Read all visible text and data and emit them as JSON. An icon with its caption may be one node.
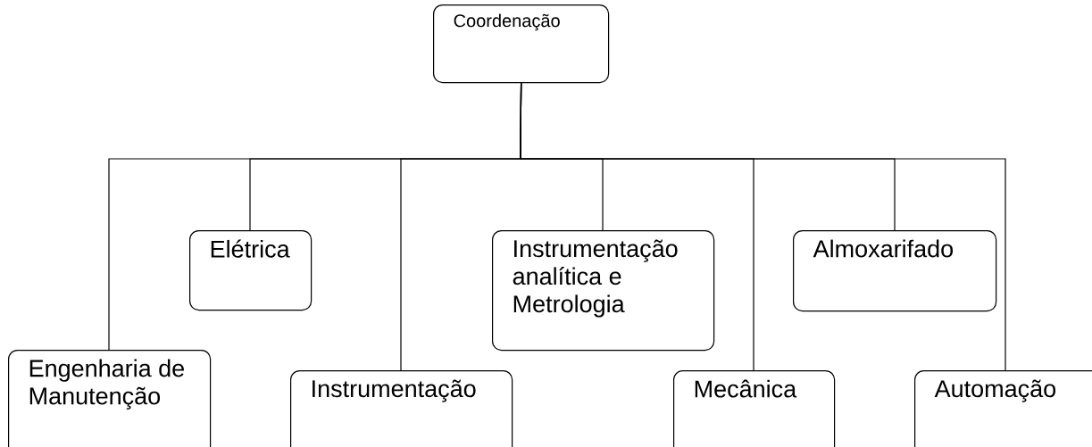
{
  "diagram": {
    "nodes": [
      {
        "text": [
          "Coordenação"
        ]
      },
      {
        "text": [
          "Engenharia de Manutenção"
        ]
      },
      {
        "text": [
          "Elétrica"
        ]
      },
      {
        "text": [
          "Instrumentação"
        ]
      },
      {
        "text": [
          "Instrumentação analítica e Metrologia"
        ]
      },
      {
        "text": [
          "Mecânica"
        ]
      },
      {
        "text": [
          "Almoxarifado"
        ]
      },
      {
        "text": [
          "Automação"
        ]
      }
    ],
    "edges": [
      {
        "from": 0,
        "to": 1,
        "arrow": "none"
      },
      {
        "from": 0,
        "to": 2,
        "arrow": "none"
      },
      {
        "from": 0,
        "to": 3,
        "arrow": "none"
      },
      {
        "from": 0,
        "to": 4,
        "arrow": "none"
      },
      {
        "from": 0,
        "to": 5,
        "arrow": "none"
      },
      {
        "from": 0,
        "to": 6,
        "arrow": "none"
      },
      {
        "from": 0,
        "to": 7,
        "arrow": "none"
      }
    ]
  }
}
